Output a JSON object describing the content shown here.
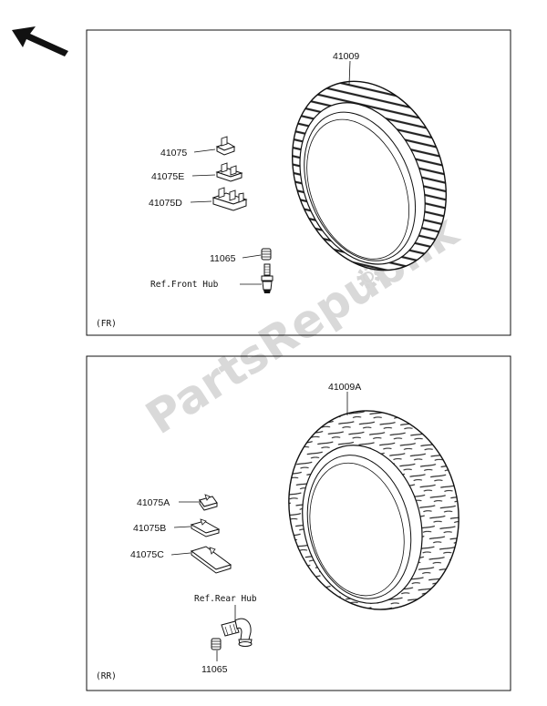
{
  "front_panel": {
    "corner_label": "(FR)",
    "tire_part": "41009",
    "weights": [
      "41075",
      "41075E",
      "41075D"
    ],
    "valve_cap_part": "11065",
    "hub_ref": "Ref.Front Hub"
  },
  "rear_panel": {
    "corner_label": "(RR)",
    "tire_part": "41009A",
    "weights": [
      "41075A",
      "41075B",
      "41075C"
    ],
    "hub_ref": "Ref.Rear Hub",
    "valve_cap_part": "11065"
  },
  "watermark": {
    "text": "PartsRepublik"
  }
}
